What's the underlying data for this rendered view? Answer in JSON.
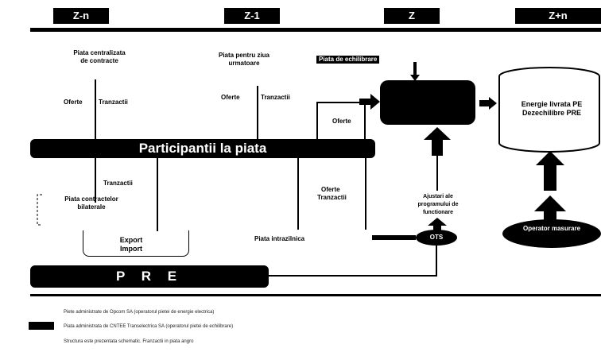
{
  "timeline": {
    "labels": [
      "Z-n",
      "Z-1",
      "Z",
      "Z+n"
    ]
  },
  "boxes": {
    "centralized_market": "Piata centralizata de contracte",
    "day_ahead_market": "Piata pentru ziua urmatoare",
    "main_bar": "Participantii la piata",
    "bilateral_market": "Piata contractelor bilaterale",
    "export_import": [
      "Export",
      "Import"
    ],
    "intraday_market": "Piata intrazilnica",
    "pre_bar": "P R E",
    "balancing_market": "Piata de echilibrare",
    "energy_box": [
      "Energie livrata PE",
      "Dezechilibre PRE"
    ],
    "adjustments": "Ajustari ale programului de functionare",
    "ots_label": "OTS",
    "operator_label": "Operator masurare"
  },
  "flow_labels": {
    "oferte_1": "Oferte",
    "tranzactii_1": "Tranzactii",
    "oferte_2": "Oferte",
    "tranzactii_2": "Tranzactii",
    "oferte_3": "Oferte",
    "tranzactii_3": "Tranzactii",
    "oferte_tranzactii_4": [
      "Oferte",
      "Tranzactii"
    ]
  },
  "legend": [
    "Piete administrate de Opcom SA (operatorul pietei de energie electrica)",
    "Piata administrata de CNTEE Transelectrica SA (operatorul pietei de echilibrare)",
    "Structura este prezentata schematic. Franzactii in piata angro"
  ],
  "colors": {
    "primary": "#000000",
    "background": "#ffffff"
  }
}
